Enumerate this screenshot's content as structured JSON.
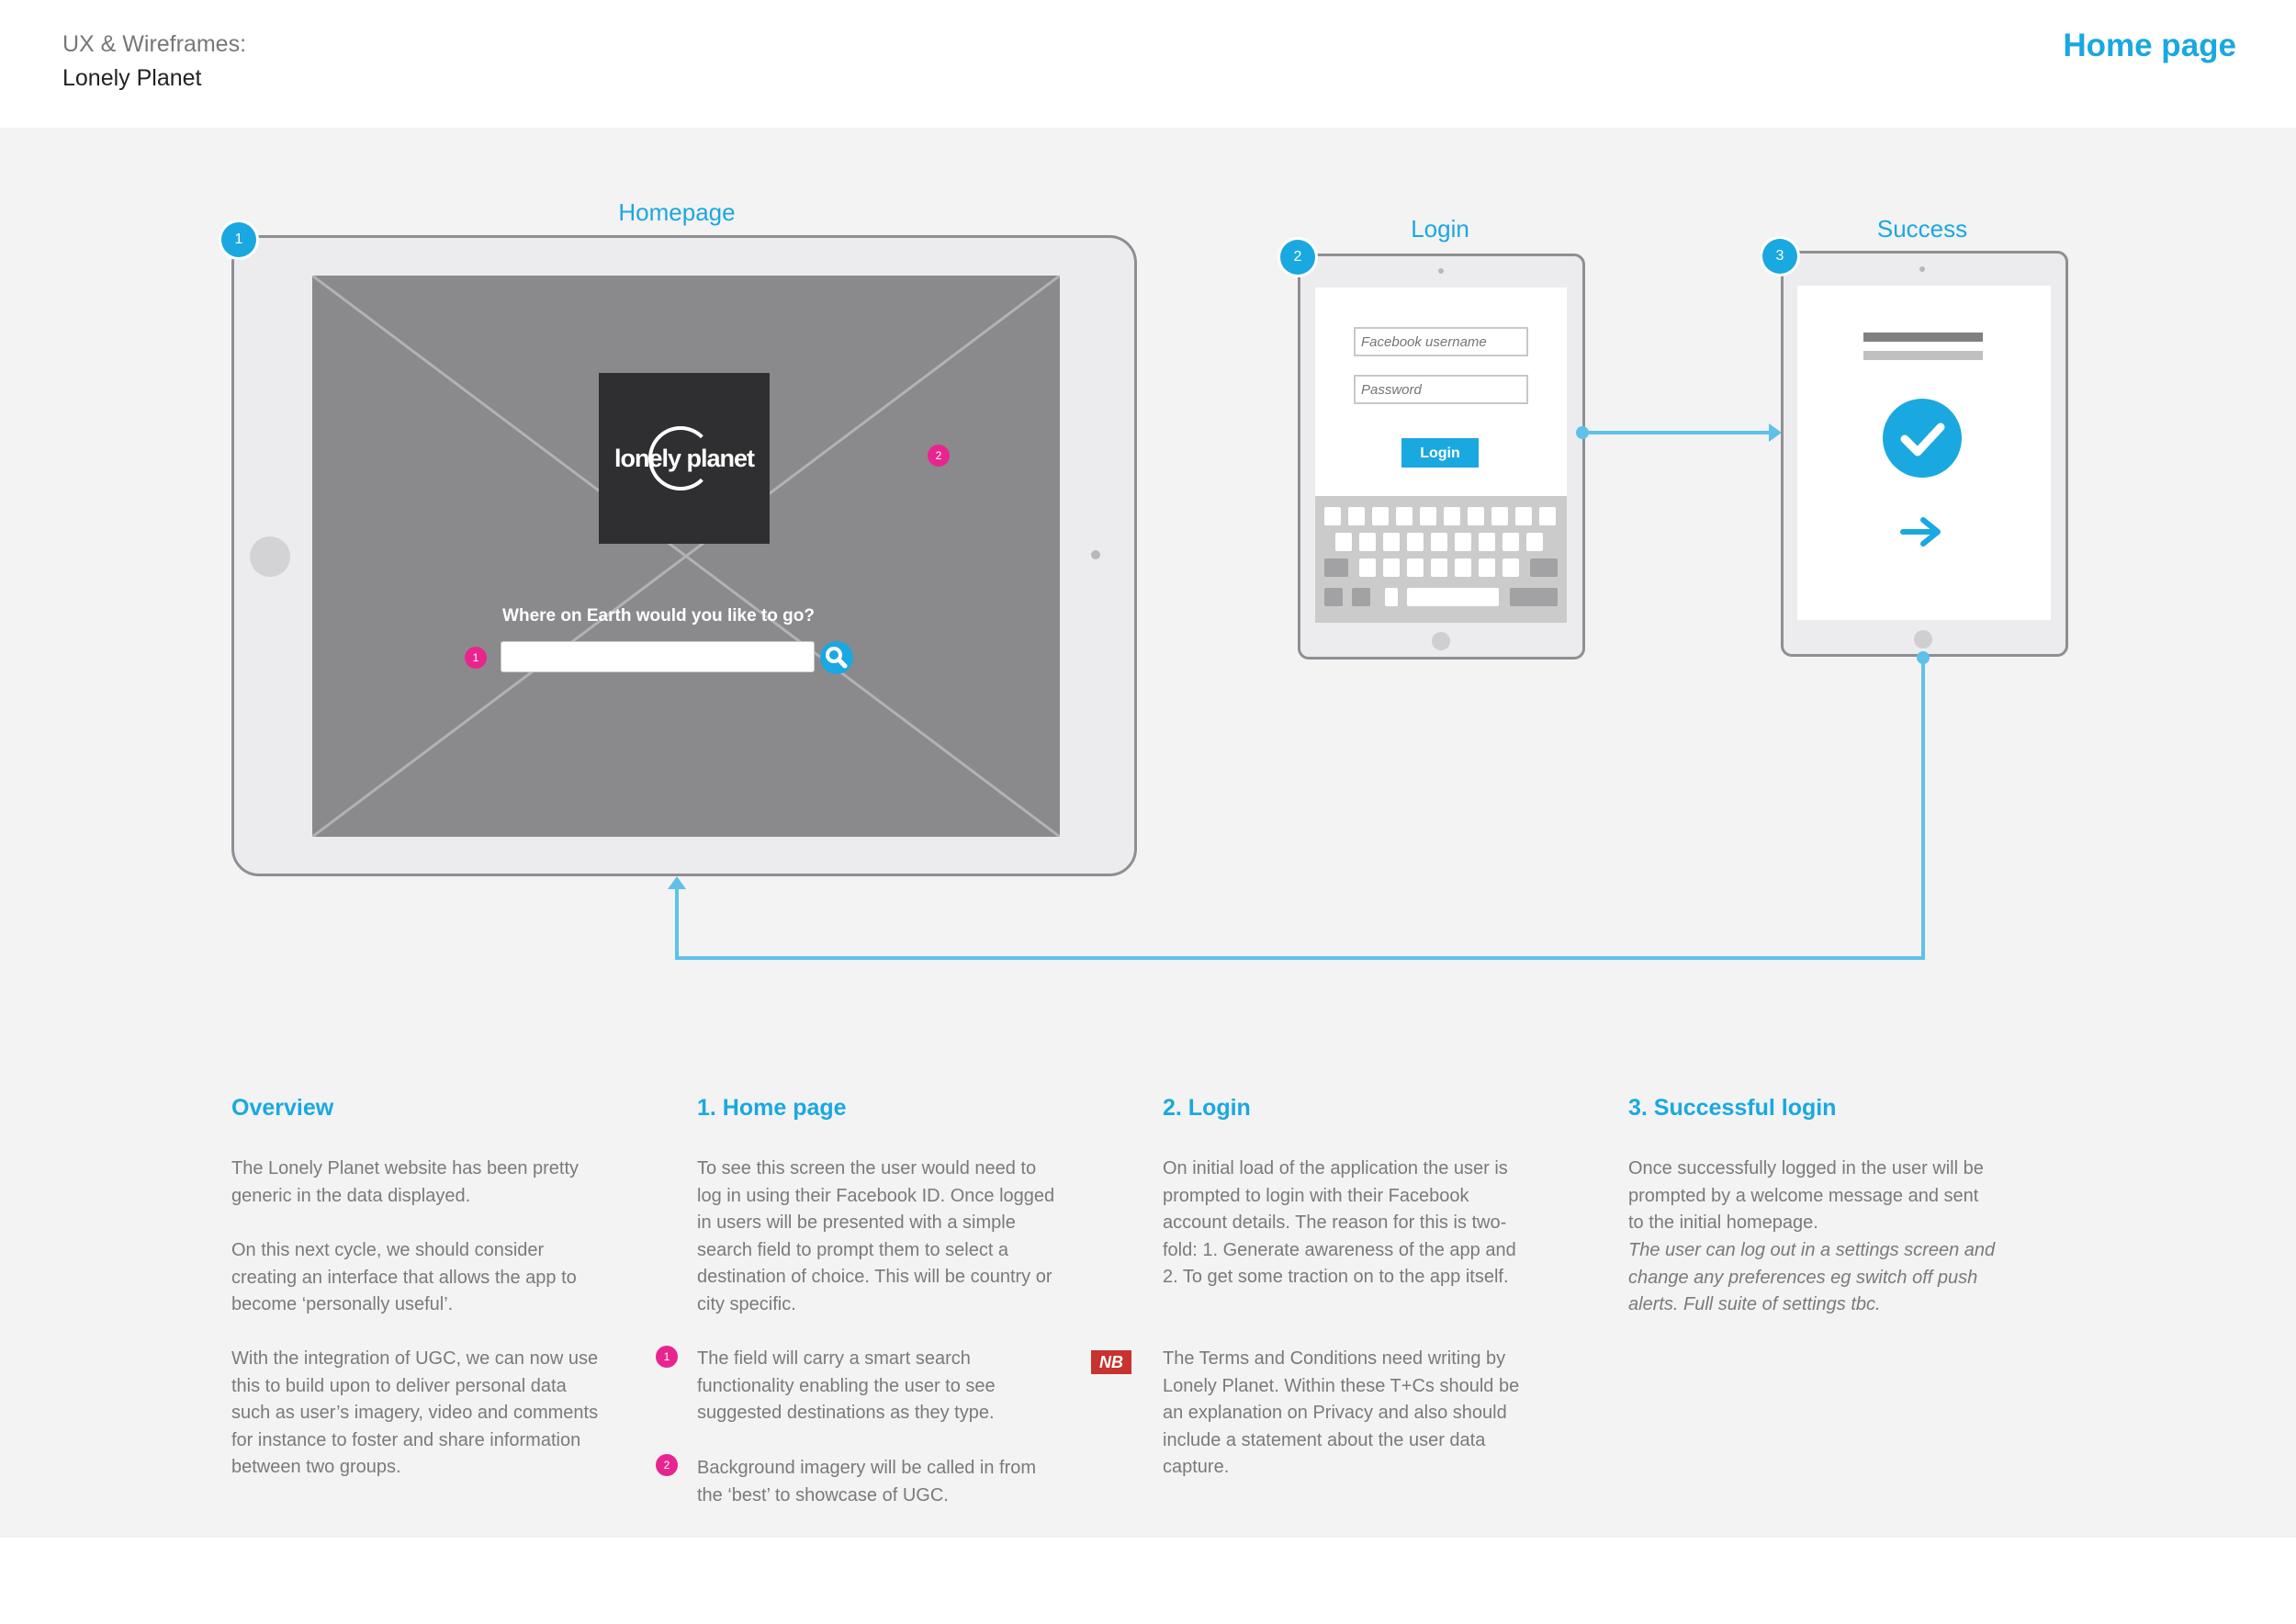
{
  "header": {
    "line1": "UX & Wireframes:",
    "line2": "Lonely Planet",
    "page_title": "Home page"
  },
  "screens": {
    "homepage": {
      "label": "Homepage",
      "number": "1",
      "logo_text": "lonely planet",
      "prompt": "Where on Earth would you like to go?",
      "search_value": "",
      "marker_search": "1",
      "marker_background": "2"
    },
    "login": {
      "label": "Login",
      "number": "2",
      "username_placeholder": "Facebook username",
      "password_placeholder": "Password",
      "button_label": "Login"
    },
    "success": {
      "label": "Success",
      "number": "3"
    }
  },
  "colors": {
    "accent": "#1aa8e0",
    "marker": "#e8258f",
    "nb": "#c8322f",
    "wire_image": "#8a8a8d"
  },
  "icons": {
    "search": "search-icon",
    "check": "checkmark-icon",
    "arrow": "arrow-right-icon"
  },
  "notes": {
    "overview": {
      "title": "Overview",
      "p1": "The Lonely Planet website has been pretty generic in the data displayed.",
      "p2": "On this next cycle, we should consider creating an interface that allows the app to become ‘personally useful’.",
      "p3": "With the integration of UGC, we can now use this to build upon to deliver personal data such as user’s imagery, video and comments for instance to foster and share information between two groups."
    },
    "home": {
      "title": "1. Home page",
      "p1": "To see this screen the user would need to log in using their Facebook ID. Once logged in users will be presented with a simple search field to prompt them to select a destination of choice. This will be country or city specific.",
      "marker1": "1",
      "p2": "The field will carry a smart search functionality enabling the user to see suggested destinations as they type.",
      "marker2": "2",
      "p3": "Background imagery will be called in from the ‘best’ to showcase of UGC."
    },
    "login": {
      "title": "2. Login",
      "p1": "On initial load of the application the user is prompted to login with their Facebook account details. The reason for this is two-fold: 1. Generate awareness of the app and 2. To get some traction on to the app itself.",
      "nb": "NB",
      "p2": "The Terms and Conditions need writing by Lonely Planet. Within these T+Cs should be an explanation on Privacy and also should include a statement about the user data capture."
    },
    "success": {
      "title": "3. Successful login",
      "p1": "Once successfully logged in the user will be prompted by a welcome message and sent to the initial homepage.",
      "p2": "The user can log out in a settings screen and change any preferences eg switch off push alerts. Full suite of settings tbc."
    }
  }
}
